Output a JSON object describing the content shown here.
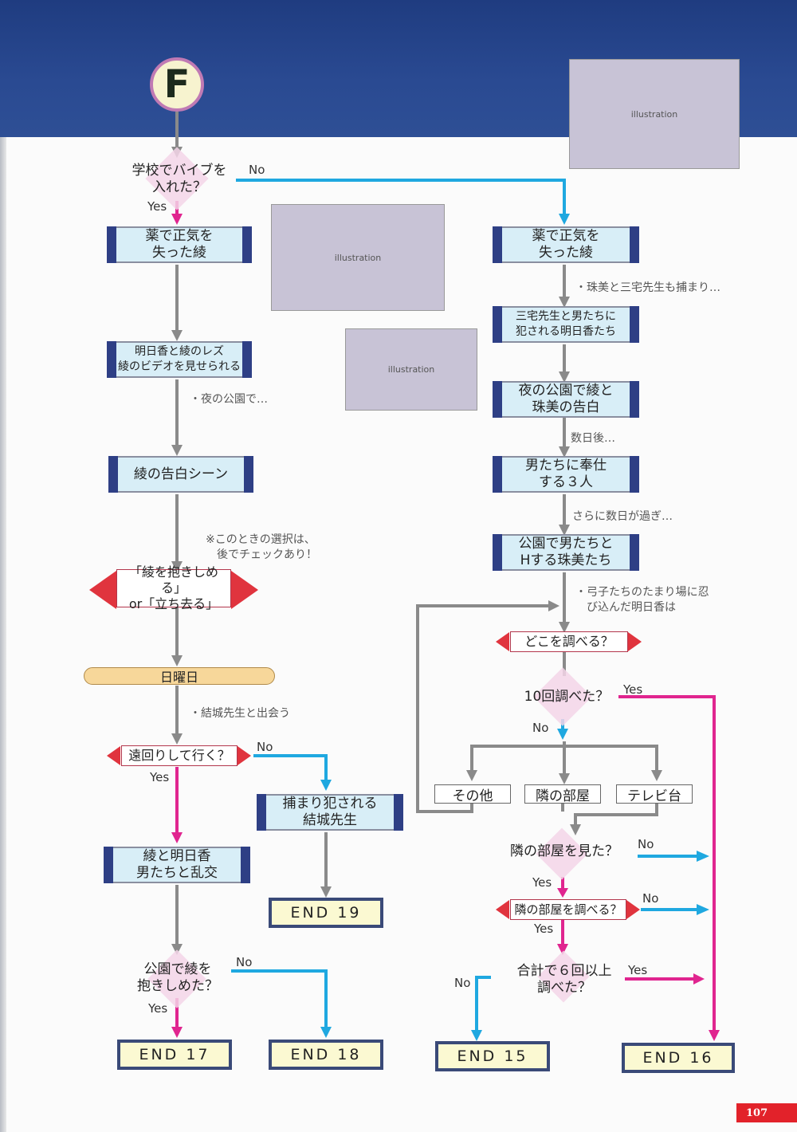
{
  "page": {
    "number": "107",
    "route_badge": "F"
  },
  "images": {
    "header_scene": "illustration",
    "scene_1": "illustration",
    "scene_2": "illustration"
  },
  "colors": {
    "header": "#2a4a92",
    "yes": "#e0258f",
    "no": "#1fa8e0",
    "flow": "#8a8a8a",
    "box_fill": "#d8eef7",
    "box_cap": "#2e3f85",
    "end_fill": "#fbf9d2",
    "choice_arrow": "#e0343e",
    "page_tab": "#e2222a"
  },
  "labels": {
    "yes": "Yes",
    "no": "No"
  },
  "left": {
    "q_vibe": "学校でバイブを\n入れた？",
    "box_drug": "薬で正気を\n失った綾",
    "box_video": "明日香と綾のレズ\n綾のビデオを見せられる",
    "note_night_park": "・夜の公園で…",
    "box_confession": "綾の告白シーン",
    "note_check": "※このときの選択は、\n　後でチェックあり！",
    "choice_hug": "「綾を抱きしめる」\nor「立ち去る」",
    "sunday": "日曜日",
    "note_yuki": "・結城先生と出会う",
    "choice_detour": "遠回りして行く？",
    "box_yuki": "捕まり犯される\n結城先生",
    "box_orgy": "綾と明日香\n男たちと乱交",
    "q_hugged": "公園で綾を\n抱きしめた？",
    "end17": "END 17",
    "end18": "END 18",
    "end19": "END 19"
  },
  "right": {
    "box_drug": "薬で正気を\n失った綾",
    "note_caught": "・珠美と三宅先生も捕まり…",
    "box_miyake": "三宅先生と男たちに\n犯される明日香たち",
    "box_night": "夜の公園で綾と\n珠美の告白",
    "note_days": "数日後…",
    "box_serve": "男たちに奉仕\nする３人",
    "note_more_days": "さらに数日が過ぎ…",
    "box_park": "公園で男たちと\nHする珠美たち",
    "note_hideout": "・弓子たちのたまり場に忍\n　び込んだ明日香は",
    "choice_where": "どこを調べる？",
    "q_ten": "10回調べた？",
    "options": [
      "その他",
      "隣の部屋",
      "テレビ台"
    ],
    "q_saw_room": "隣の部屋を見た？",
    "choice_search_room": "隣の部屋を調べる？",
    "q_six": "合計で６回以上\n調べた？",
    "end15": "END 15",
    "end16": "END 16"
  }
}
